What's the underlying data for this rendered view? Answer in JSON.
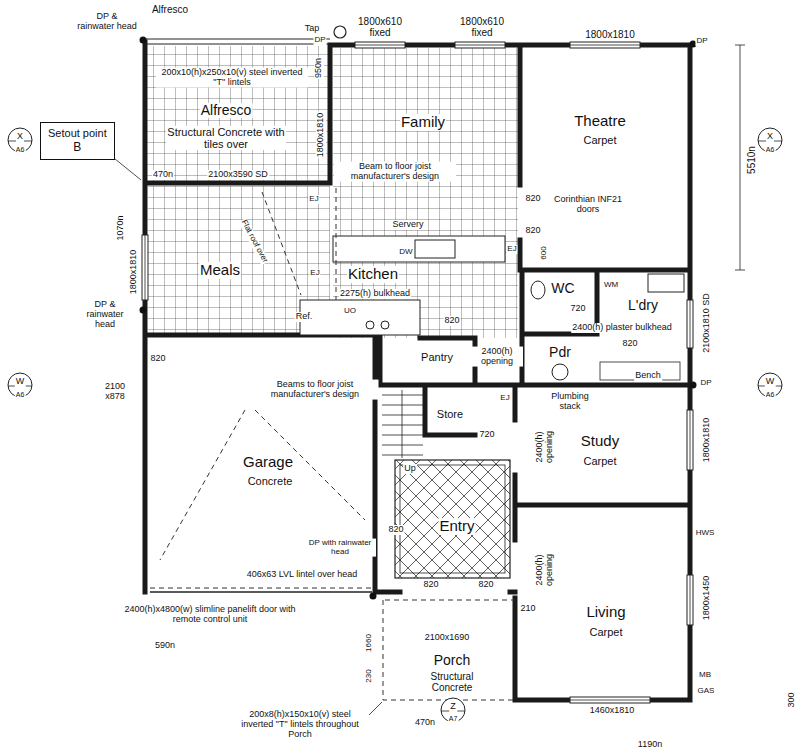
{
  "diagram": {
    "nodes": [
      {
        "text": [
          "Setout point",
          "B"
        ]
      },
      {
        "text": [
          "Alfresco",
          "Structural Concrete with tiles over"
        ]
      },
      {
        "text": [
          "Family"
        ]
      },
      {
        "text": [
          "Theatre",
          "Carpet"
        ]
      },
      {
        "text": [
          "Meals"
        ]
      },
      {
        "text": [
          "Kitchen"
        ]
      },
      {
        "text": [
          "WC"
        ]
      },
      {
        "text": [
          "L'dry"
        ]
      },
      {
        "text": [
          "Pdr"
        ]
      },
      {
        "text": [
          "Pantry"
        ]
      },
      {
        "text": [
          "Store"
        ]
      },
      {
        "text": [
          "Study",
          "Carpet"
        ]
      },
      {
        "text": [
          "Garage",
          "Concrete"
        ]
      },
      {
        "text": [
          "Entry"
        ]
      },
      {
        "text": [
          "Living",
          "Carpet"
        ]
      },
      {
        "text": [
          "Porch",
          "Structural Concrete"
        ]
      }
    ],
    "labels": [
      "Alfresco",
      "Tap",
      "DP",
      "1800x610 fixed",
      "1800x610 fixed",
      "1800x1810",
      "DP",
      "DP & rainwater head",
      "950n",
      "200x10(h)x250x10(v) steel inverted \"T\" lintels",
      "1800x1810",
      "470n",
      "2100x3590 SD",
      "5510n",
      "1070n",
      "1800x1810",
      "DP & rainwater head",
      "2100 x878",
      "820",
      "Beam to floor joist manufacturer's design",
      "EJ",
      "Flat roof over",
      "Servery",
      "DW",
      "EJ",
      "820",
      "Corinthian INF21 doors",
      "820",
      "600",
      "EJ",
      "2275(h) bulkhead",
      "Ref.",
      "UO",
      "820",
      "WM",
      "720",
      "2400(h) plaster bulkhead",
      "820",
      "2100x1810 SD",
      "Bench",
      "2400(h) opening",
      "Plumbing stack",
      "DP",
      "Beams to floor joist manufacturer's design",
      "EJ",
      "720",
      "Up",
      "2400(h) opening",
      "1800x1810",
      "2400(h) opening",
      "HWS",
      "1800x1450",
      "MB",
      "GAS",
      "820",
      "820",
      "820",
      "406x63 LVL lintel over head",
      "DP with rainwater head",
      "2400(h)x4800(w) slimline panelift door with remote control unit",
      "590n",
      "1660",
      "230",
      "2100x1690",
      "210",
      "200x8(h)x150x10(v) steel inverted \"T\" lintels throughout Porch",
      "470n",
      "Z",
      "A7",
      "X",
      "A6",
      "X",
      "A6",
      "W",
      "A6",
      "W",
      "A6",
      "1460x1810",
      "1190n",
      "300"
    ]
  }
}
